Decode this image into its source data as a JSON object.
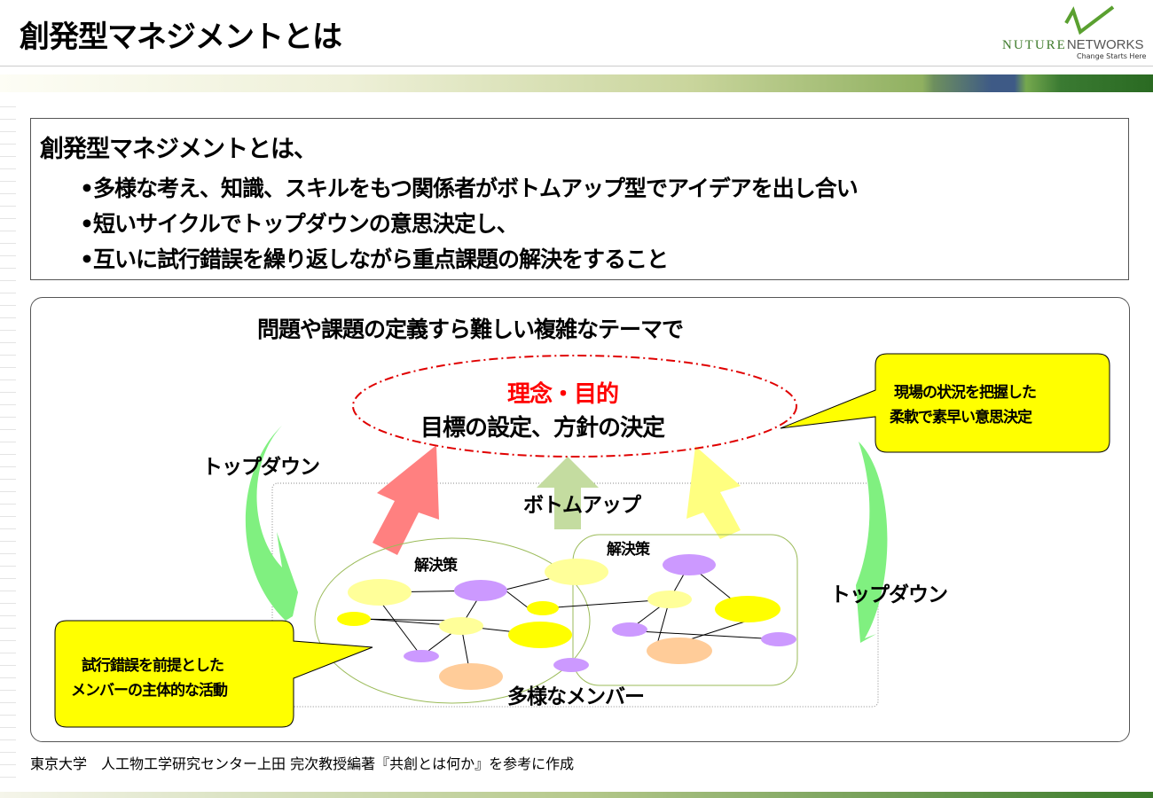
{
  "title": "創発型マネジメントとは",
  "logo": {
    "brand_a": "NUTURE",
    "brand_b": "NETWORKS",
    "tagline": "Change Starts Here"
  },
  "definition": {
    "heading": "創発型マネジメントとは、",
    "bullets": [
      "•多様な考え、知識、スキルをもつ関係者がボトムアップ型でアイデアを出し合い",
      "•短いサイクルでトップダウンの意思決定し、",
      "•互いに試行錯誤を繰り返しながら重点課題の解決をすること"
    ]
  },
  "diagram": {
    "theme": "問題や課題の定義すら難しい複雑なテーマで",
    "goal_red": "理念・目的",
    "goal_black": "目標の設定、方針の決定",
    "callout_top": [
      "現場の状況を把握した",
      "柔軟で素早い意思決定"
    ],
    "callout_bottom": [
      "試行錯誤を前提とした",
      "メンバーの主体的な活動"
    ],
    "topdown_left": "トップダウン",
    "topdown_right": "トップダウン",
    "bottomup": "ボトムアップ",
    "solution_left": "解決策",
    "solution_right": "解決策",
    "members": "多様なメンバー",
    "colors": {
      "red": "#ff0000",
      "callout": "#ffff00",
      "purple": "#cc99ff",
      "lightyellow": "#ffff99",
      "yellow": "#ffff00",
      "orange": "#ffcc99"
    }
  },
  "source": "東京大学　人工物工学研究センター上田 完次教授編著『共創とは何か』を参考に作成"
}
